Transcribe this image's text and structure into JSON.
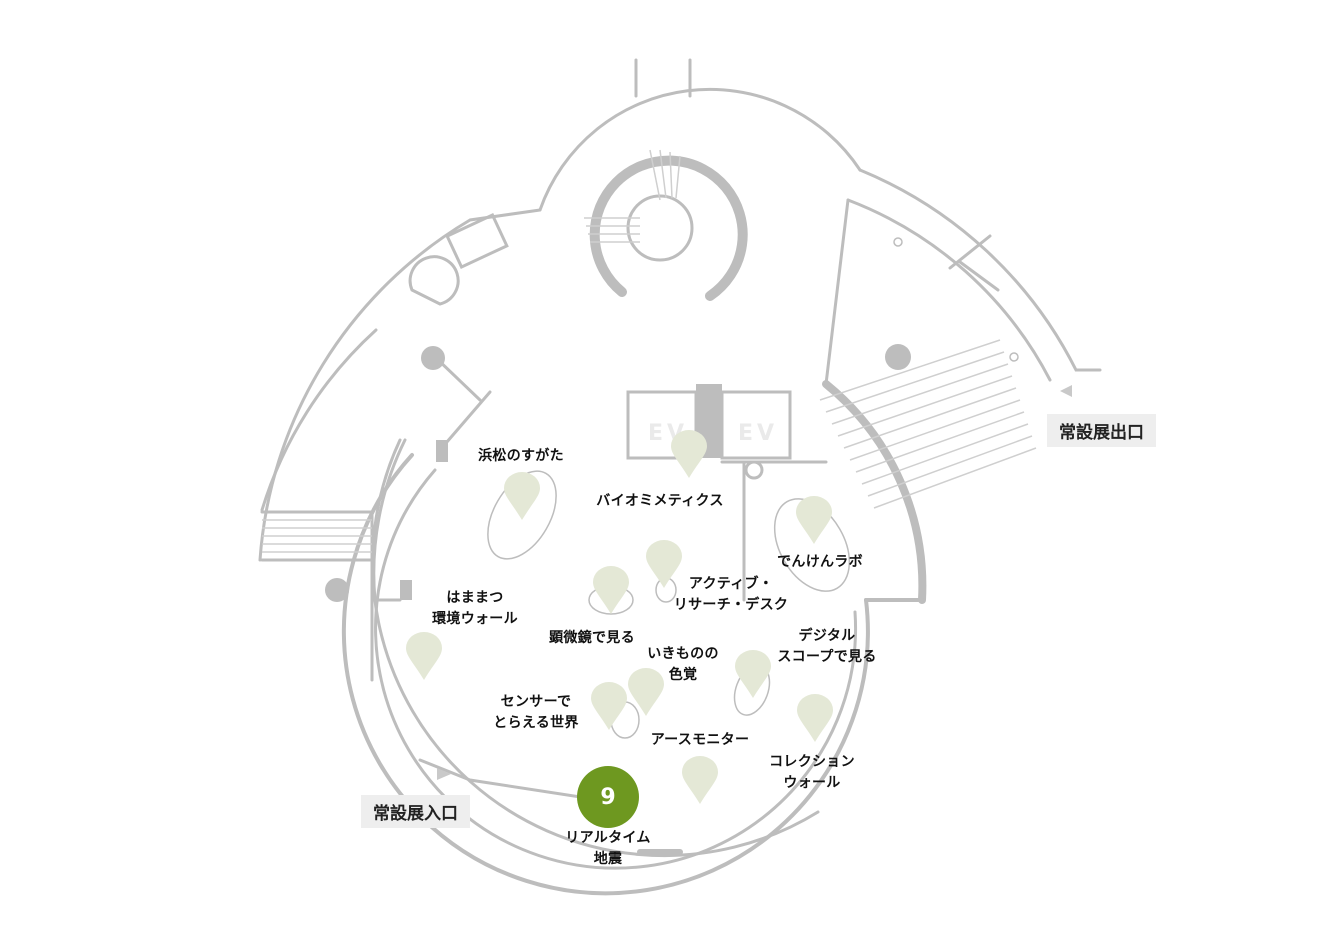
{
  "labels": {
    "entrance": "常設展入口",
    "exit": "常設展出口",
    "elevator_left": "EV",
    "elevator_right": "EV"
  },
  "exhibits": {
    "hamamatsu_figure": "浜松のすがた",
    "biomimetics": "バイオミメティクス",
    "denken_lab": "でんけんラボ",
    "active_desk_1": "アクティブ・",
    "active_desk_2": "リサーチ・デスク",
    "env_wall_1": "はままつ",
    "env_wall_2": "環境ウォール",
    "microscope": "顕微鏡で見る",
    "living_colors_1": "いきものの",
    "living_colors_2": "色覚",
    "digital_scope_1": "デジタル",
    "digital_scope_2": "スコープで見る",
    "sensor_world_1": "センサーで",
    "sensor_world_2": "とらえる世界",
    "earth_monitor": "アースモニター",
    "collection_wall_1": "コレクション",
    "collection_wall_2": "ウォール",
    "realtime_quake_1": "リアルタイム",
    "realtime_quake_2": "地震"
  },
  "selected": {
    "number": "9"
  },
  "colors": {
    "wall": "#bdbdbd",
    "pin": "#e4e8d6",
    "selected": "#6e9820",
    "tag_bg": "#eeeeee"
  }
}
